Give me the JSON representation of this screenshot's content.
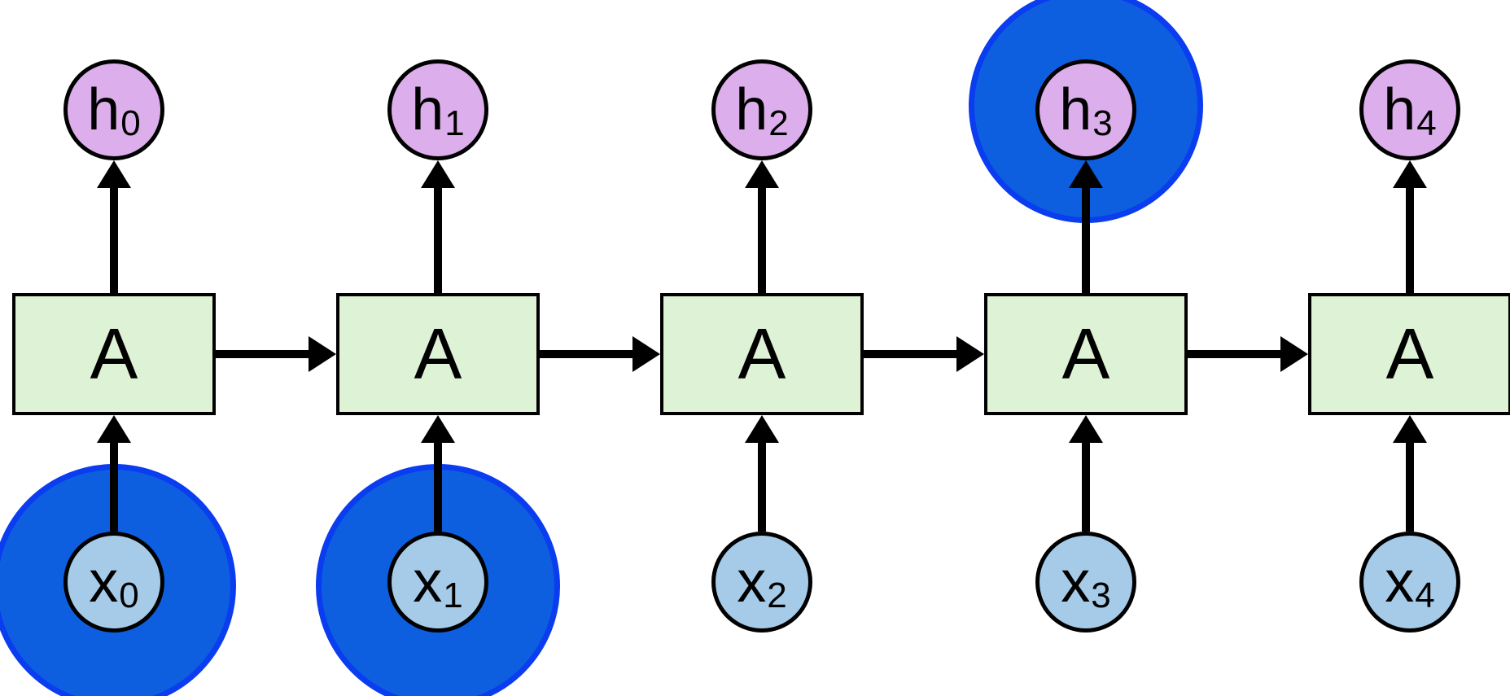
{
  "diagram": {
    "type": "unrolled-rnn-diagram",
    "description": "Unrolled recurrent neural network with highlighted long-term dependency (inputs x0, x1 and output h3)",
    "cells": [
      {
        "cell_label": "A",
        "h_main": "h",
        "h_sub": "0",
        "x_main": "x",
        "x_sub": "0",
        "x_highlighted": true,
        "h_highlighted": false,
        "has_next": true
      },
      {
        "cell_label": "A",
        "h_main": "h",
        "h_sub": "1",
        "x_main": "x",
        "x_sub": "1",
        "x_highlighted": true,
        "h_highlighted": false,
        "has_next": true
      },
      {
        "cell_label": "A",
        "h_main": "h",
        "h_sub": "2",
        "x_main": "x",
        "x_sub": "2",
        "x_highlighted": false,
        "h_highlighted": false,
        "has_next": true
      },
      {
        "cell_label": "A",
        "h_main": "h",
        "h_sub": "3",
        "x_main": "x",
        "x_sub": "3",
        "x_highlighted": false,
        "h_highlighted": true,
        "has_next": true
      },
      {
        "cell_label": "A",
        "h_main": "h",
        "h_sub": "4",
        "x_main": "x",
        "x_sub": "4",
        "x_highlighted": false,
        "h_highlighted": false,
        "has_next": false
      }
    ],
    "colors": {
      "cell_fill": "#def2d6",
      "hidden_state_fill": "#dcaeeb",
      "input_fill": "#a6cbe8",
      "highlight_fill": "#0d5fe0",
      "highlight_edge": "#0a3cf0",
      "stroke": "#000000",
      "background": "#ffffff"
    }
  }
}
